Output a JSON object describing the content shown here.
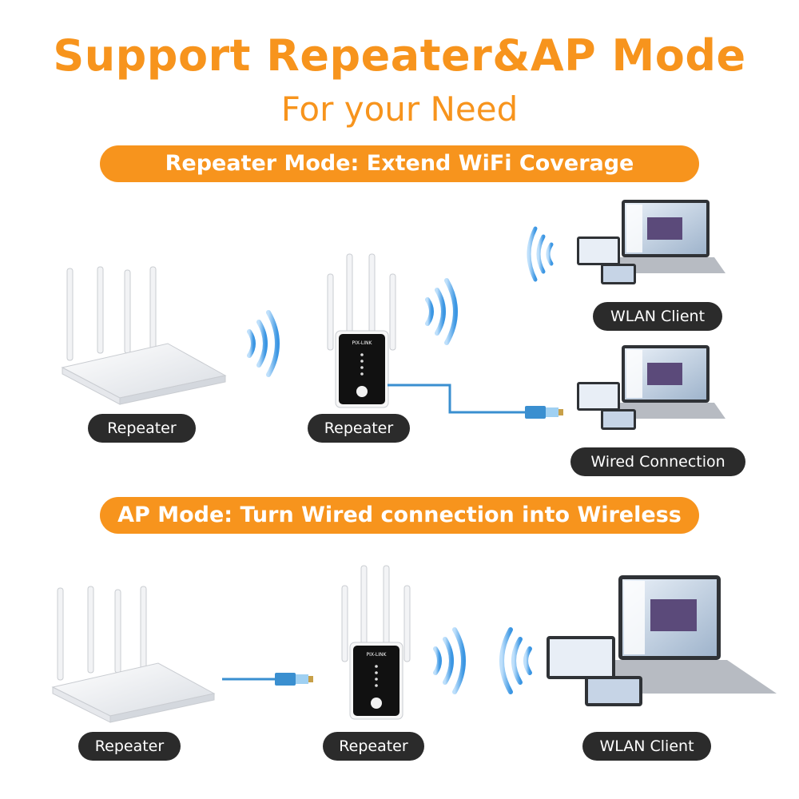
{
  "title": "Support Repeater&AP Mode",
  "subtitle": "For your Need",
  "repeater_mode": {
    "banner": "Repeater Mode: Extend WiFi Coverage",
    "router_label": "Repeater",
    "device_label": "Repeater",
    "wlan_client_label": "WLAN Client",
    "wired_label": "Wired Connection"
  },
  "ap_mode": {
    "banner": "AP Mode: Turn Wired connection into Wireless",
    "router_label": "Repeater",
    "device_label": "Repeater",
    "wlan_client_label": "WLAN Client"
  },
  "brand_on_device": "PIX-LINK",
  "colors": {
    "accent": "#f7941d",
    "pill_bg": "#2b2b2b",
    "wifi_wave": "#4fa6e8",
    "cable": "#3a8fd0"
  }
}
